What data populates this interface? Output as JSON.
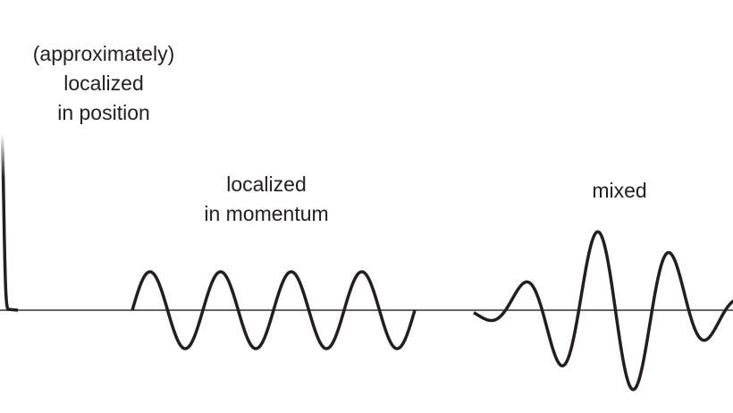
{
  "labels": {
    "position": [
      "(approximately)",
      "localized",
      "in position"
    ],
    "momentum": [
      "localized",
      "in momentum"
    ],
    "mixed": "mixed"
  },
  "colors": {
    "ink": "#231f20",
    "axis": "#333333"
  }
}
